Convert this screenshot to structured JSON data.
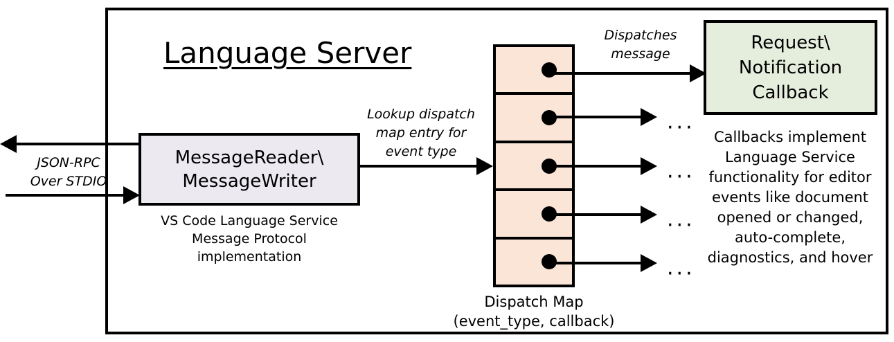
{
  "diagram": {
    "title": "Language Server",
    "outer_border_color": "#000000",
    "io": {
      "label": "JSON-RPC\nOver STDIO",
      "label_line1": "JSON-RPC",
      "label_line2": "Over STDIO",
      "outbound_arrow": "arrow-left",
      "inbound_arrow": "arrow-right"
    },
    "message_box": {
      "line1": "MessageReader\\",
      "line2": "MessageWriter",
      "fill": "#ECE9F1",
      "caption_line1": "VS Code Language Service",
      "caption_line2": "Message Protocol implementation"
    },
    "lookup_label": {
      "line1": "Lookup dispatch",
      "line2": "map entry for",
      "line3": "event type"
    },
    "dispatch_map": {
      "fill": "#FBE5D6",
      "rows": [
        {
          "id": "row-1",
          "dot": "callback-dot",
          "out": "callback-box"
        },
        {
          "id": "row-2",
          "dot": "callback-dot",
          "out": "ellipsis"
        },
        {
          "id": "row-3",
          "dot": "callback-dot",
          "out": "ellipsis"
        },
        {
          "id": "row-4",
          "dot": "callback-dot",
          "out": "ellipsis"
        },
        {
          "id": "row-5",
          "dot": "callback-dot",
          "out": "ellipsis"
        }
      ],
      "row_count": 5,
      "caption_line1": "Dispatch Map",
      "caption_line2": "(event_type, callback)",
      "ellipsis": "···"
    },
    "dispatch_label": {
      "line1": "Dispatches",
      "line2": "message"
    },
    "callback_box": {
      "line1": "Request\\",
      "line2": "Notification",
      "line3": "Callback",
      "fill": "#E5EDDC",
      "caption_line1": "Callbacks implement",
      "caption_line2": "Language Service",
      "caption_line3": "functionality for editor",
      "caption_line4": "events like document",
      "caption_line5": "opened or changed,",
      "caption_line6": "auto-complete,",
      "caption_line7": "diagnostics, and hover"
    }
  }
}
